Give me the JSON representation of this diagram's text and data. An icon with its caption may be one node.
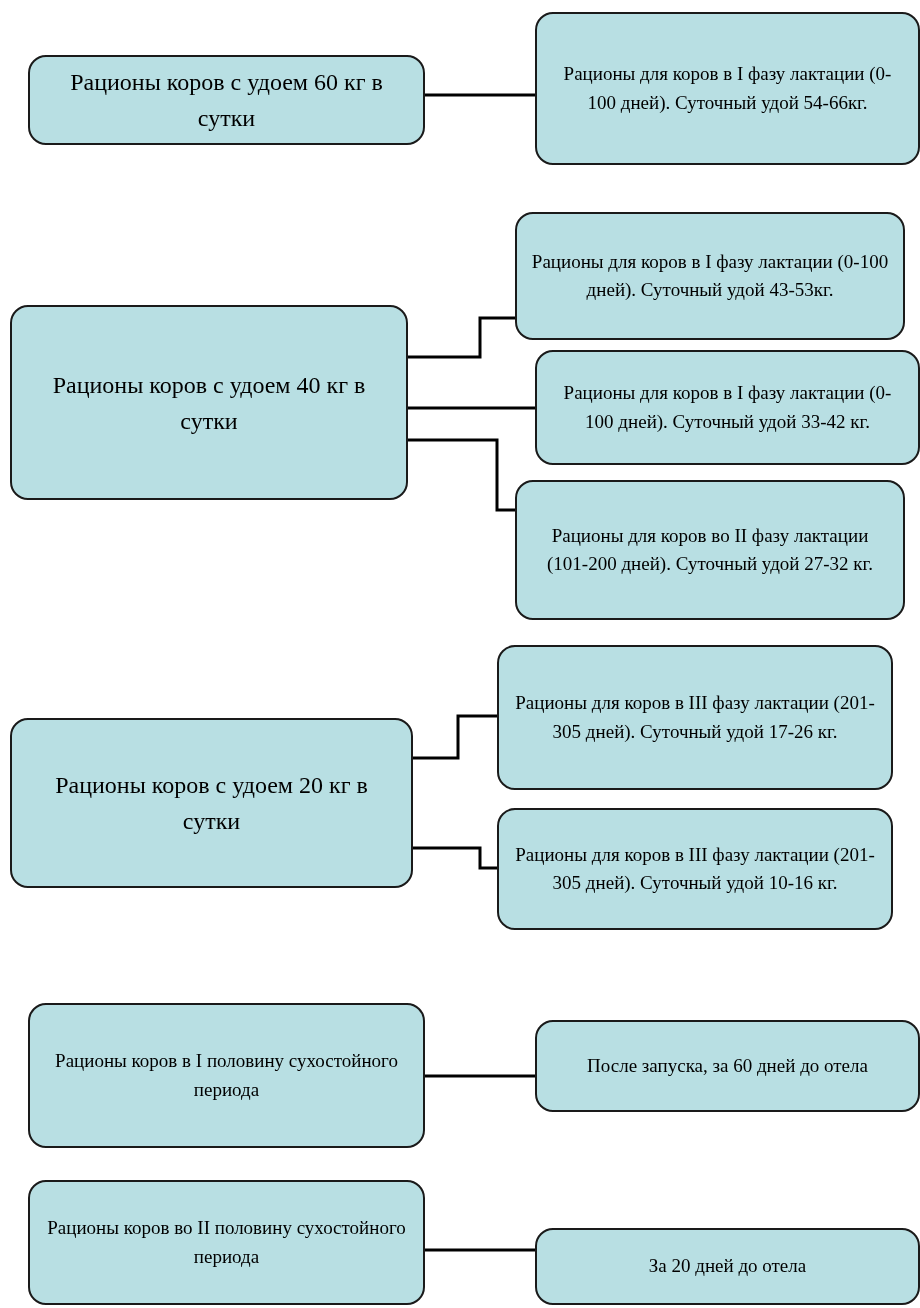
{
  "diagram": {
    "nodes": [
      {
        "text": [
          "Рационы коров с удоем 60 кг в сутки"
        ]
      },
      {
        "text": [
          "Рационы для коров в I фазу лактации (0-100 дней). Суточный удой 54-66кг."
        ]
      },
      {
        "text": [
          "Рационы коров с удоем 40 кг в сутки"
        ]
      },
      {
        "text": [
          "Рационы для коров в I фазу лактации (0-100 дней). Суточный удой 43-53кг."
        ]
      },
      {
        "text": [
          "Рационы для коров в I фазу лактации (0-100 дней). Суточный удой 33-42 кг."
        ]
      },
      {
        "text": [
          "Рационы для коров во II фазу лактации (101-200 дней). Суточный удой 27-32 кг."
        ]
      },
      {
        "text": [
          "Рационы коров с удоем 20 кг в сутки"
        ]
      },
      {
        "text": [
          "Рационы для коров в III фазу лактации (201-305 дней). Суточный удой 17-26 кг."
        ]
      },
      {
        "text": [
          "Рационы для коров в III фазу лактации (201-305 дней). Суточный удой 10-16 кг."
        ]
      },
      {
        "text": [
          "Рационы коров в I половину сухостойного периода"
        ]
      },
      {
        "text": [
          "После запуска, за 60 дней до отела"
        ]
      },
      {
        "text": [
          "Рационы коров во II половину сухостойного периода"
        ]
      },
      {
        "text": [
          "За 20 дней до отела"
        ]
      }
    ],
    "edges": [
      {
        "from": 0,
        "to": 1,
        "arrow": "none"
      },
      {
        "from": 2,
        "to": 3,
        "arrow": "none"
      },
      {
        "from": 2,
        "to": 4,
        "arrow": "none"
      },
      {
        "from": 2,
        "to": 5,
        "arrow": "none"
      },
      {
        "from": 6,
        "to": 7,
        "arrow": "none"
      },
      {
        "from": 6,
        "to": 8,
        "arrow": "none"
      },
      {
        "from": 9,
        "to": 10,
        "arrow": "none"
      },
      {
        "from": 11,
        "to": 12,
        "arrow": "none"
      }
    ]
  }
}
